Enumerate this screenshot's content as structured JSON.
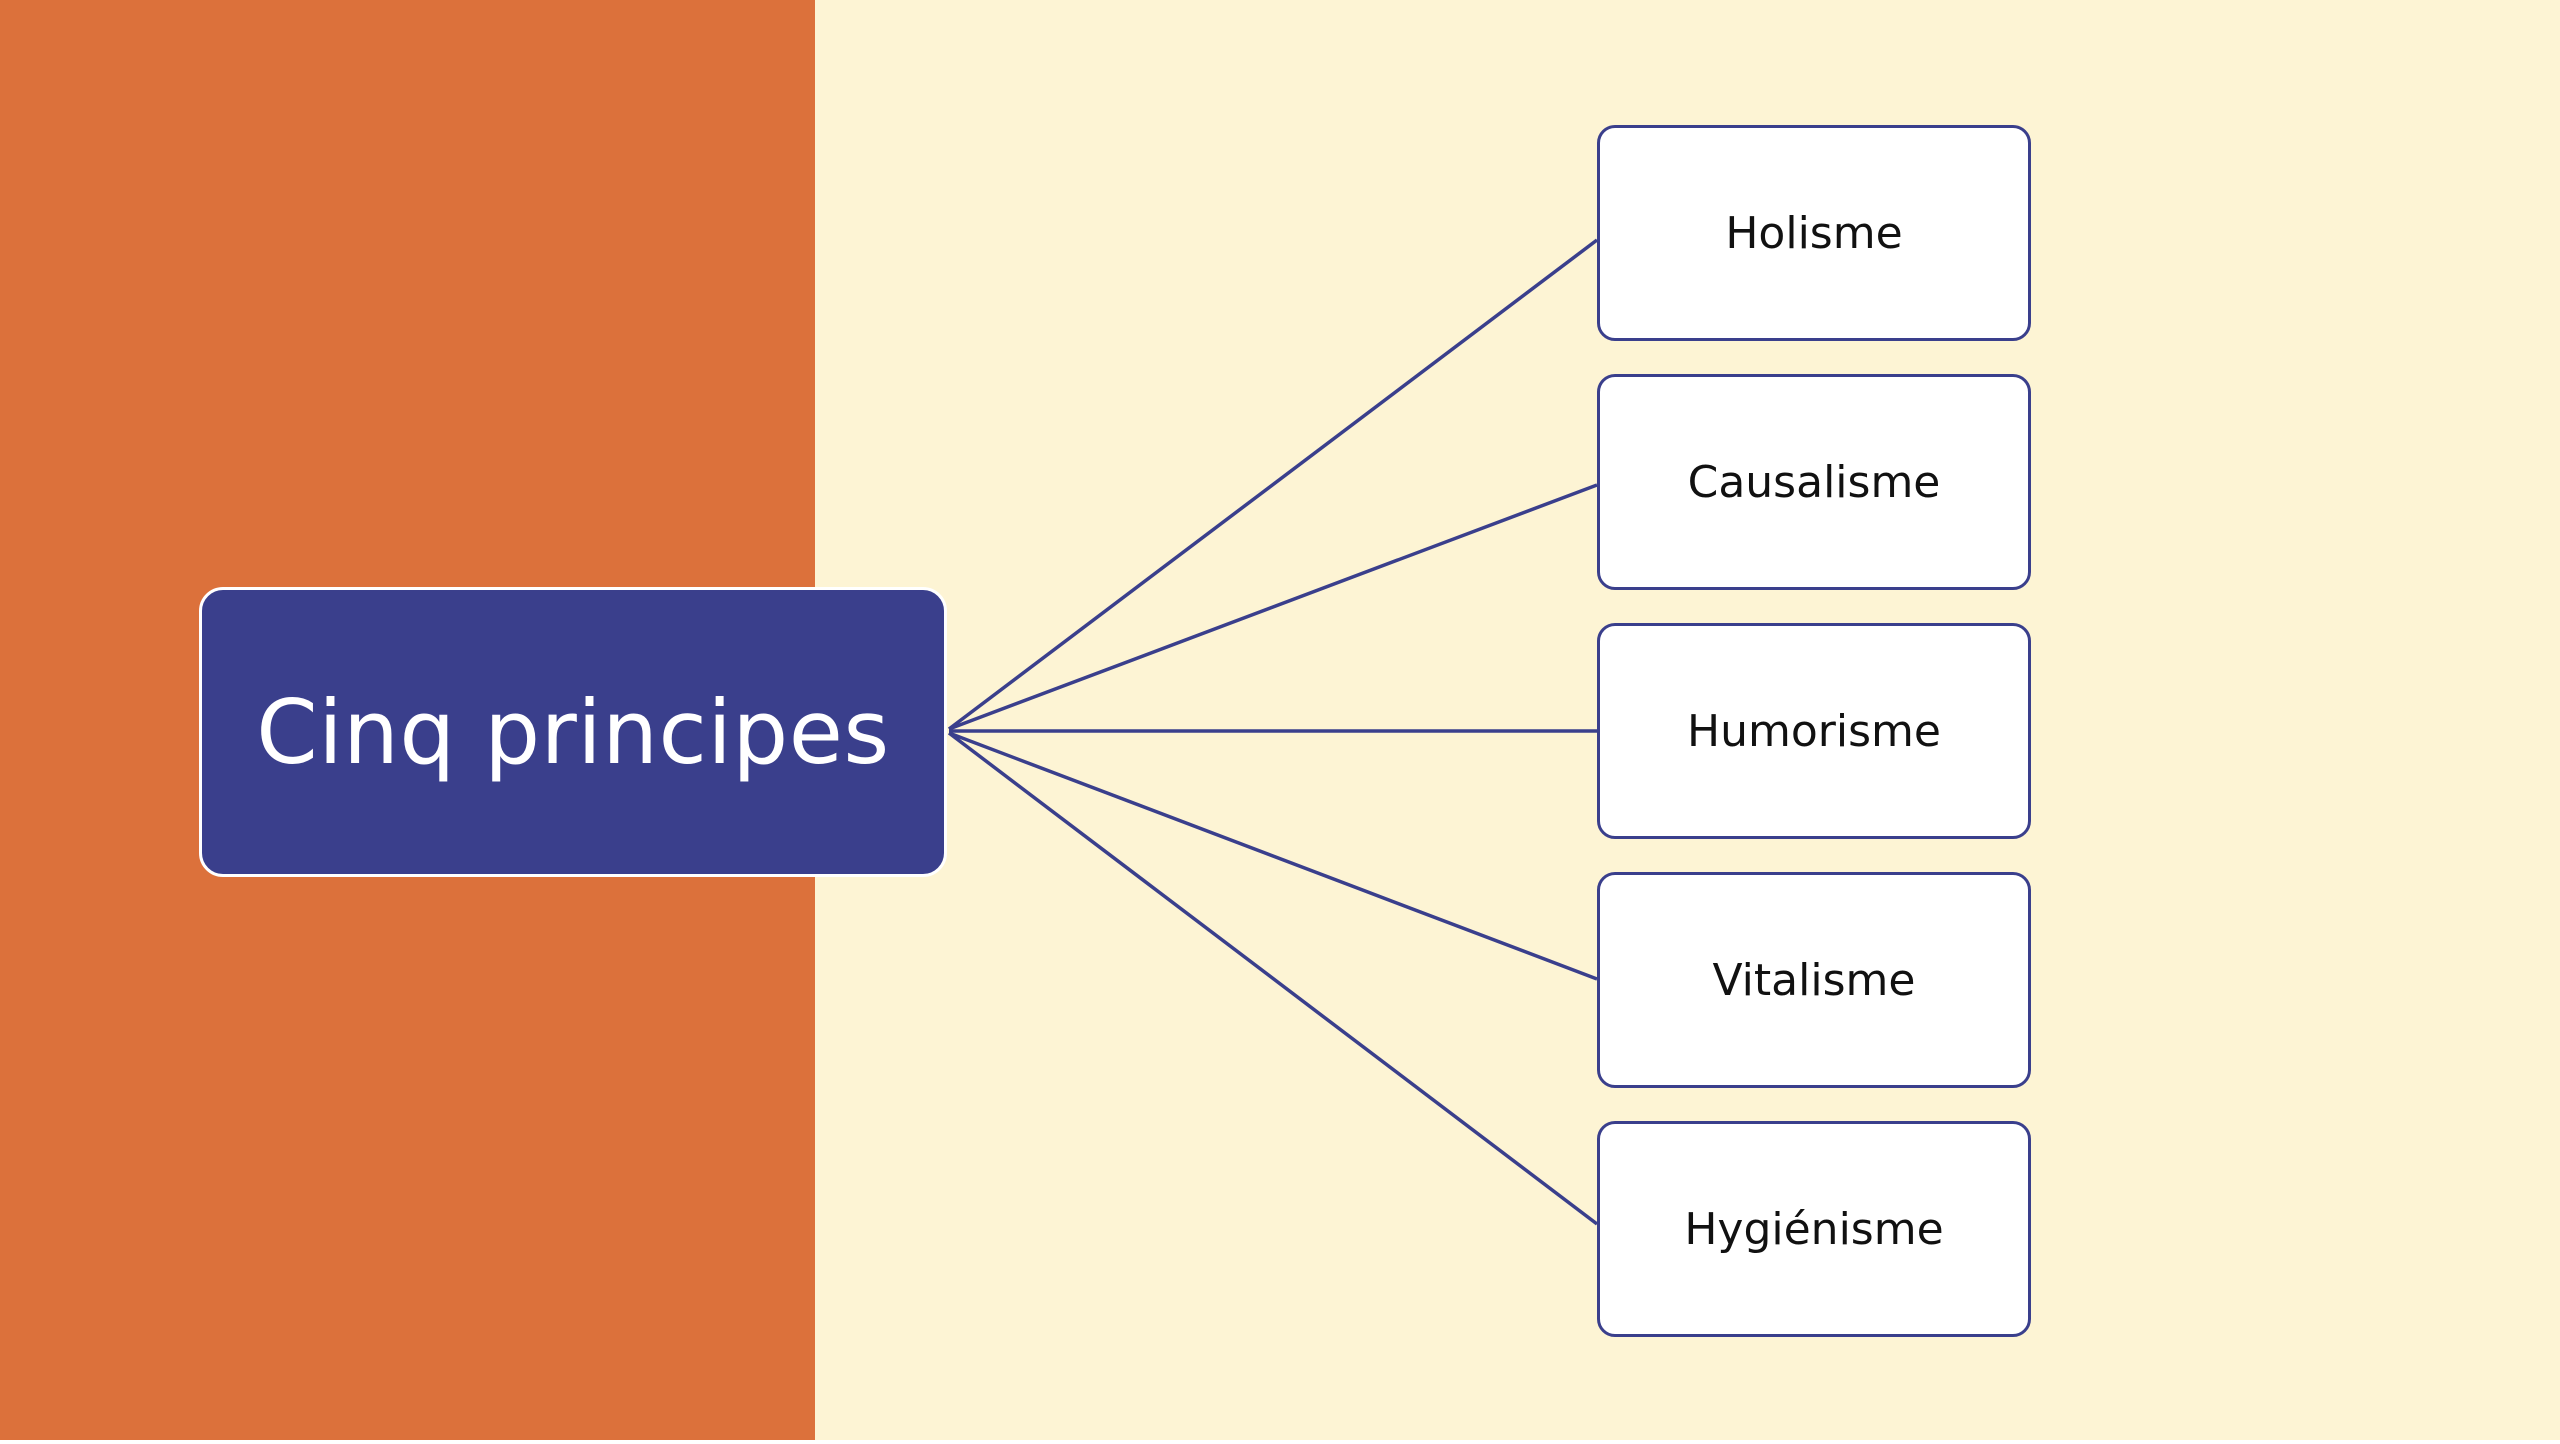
{
  "diagram": {
    "center": {
      "label": "Cinq principes"
    },
    "branches": [
      {
        "label": "Holisme"
      },
      {
        "label": "Causalisme"
      },
      {
        "label": "Humorisme"
      },
      {
        "label": "Vitalisme"
      },
      {
        "label": "Hygiénisme"
      }
    ]
  },
  "colors": {
    "background": "#FDF4D4",
    "left_band": "#DC713B",
    "center_fill": "#3A3F8C",
    "center_text": "#FFFFFF",
    "branch_border": "#3A3F8C",
    "branch_fill": "#FFFFFF",
    "connector": "#3A3F8C"
  }
}
